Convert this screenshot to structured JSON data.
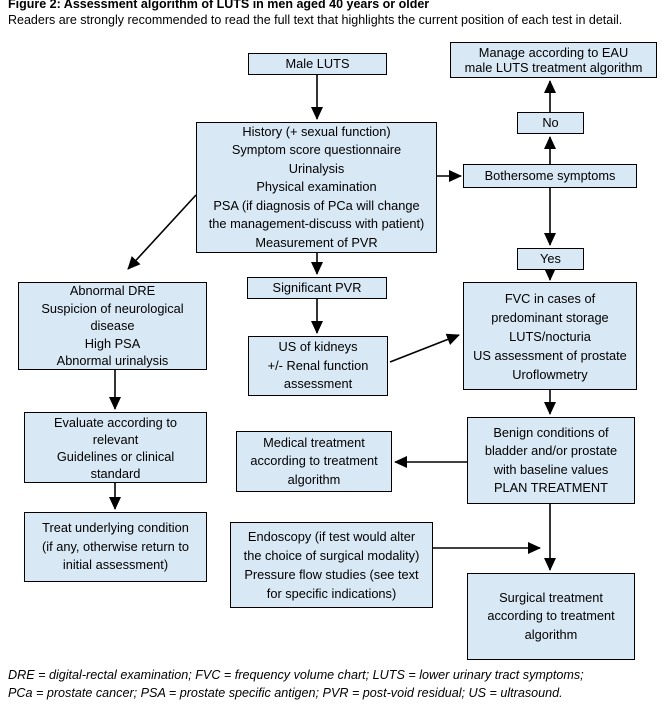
{
  "figure": {
    "title": "Figure 2: Assessment algorithm of LUTS in men aged 40 years or older",
    "subtitle": "Readers are strongly recommended to read the full text that highlights the current position of each test in detail."
  },
  "colors": {
    "node_fill": "#d9e8f5",
    "node_border": "#000000",
    "arrow": "#000000",
    "background": "#ffffff"
  },
  "nodes": {
    "male_luts": {
      "label": "Male LUTS"
    },
    "manage_eau": {
      "label": "Manage according to EAU\nmale LUTS treatment algorithm"
    },
    "no": {
      "label": "No"
    },
    "history": {
      "label": "History (+ sexual function)\nSymptom score questionnaire\nUrinalysis\nPhysical examination\nPSA (if diagnosis of PCa will change\nthe management-discuss with patient)\nMeasurement of PVR"
    },
    "bothersome": {
      "label": "Bothersome symptoms"
    },
    "yes": {
      "label": "Yes"
    },
    "abnormal_dre": {
      "label": "Abnormal DRE\nSuspicion of neurological\ndisease\nHigh PSA\nAbnormal urinalysis"
    },
    "significant_pvr": {
      "label": "Significant PVR"
    },
    "us_kidneys": {
      "label": "US of kidneys\n+/- Renal function\nassessment"
    },
    "fvc": {
      "label": "FVC in cases of\npredominant storage\nLUTS/nocturia\nUS assessment of prostate\nUroflowmetry"
    },
    "evaluate": {
      "label": "Evaluate according to\nrelevant\nGuidelines or clinical\nstandard"
    },
    "treat_underlying": {
      "label": "Treat underlying condition\n(if any, otherwise return to\ninitial assessment)"
    },
    "medical_treatment": {
      "label": "Medical treatment\naccording to treatment\nalgorithm"
    },
    "benign_conditions": {
      "label": "Benign conditions of\nbladder and/or prostate\nwith baseline values\nPLAN TREATMENT"
    },
    "endoscopy": {
      "label": "Endoscopy (if test would alter\nthe choice of surgical modality)\nPressure flow studies (see text\nfor specific indications)"
    },
    "surgical_treatment": {
      "label": "Surgical treatment\naccording to treatment\nalgorithm"
    }
  },
  "footnote": {
    "line1": "DRE = digital-rectal examination; FVC = frequency volume chart; LUTS = lower urinary tract symptoms;",
    "line2": "PCa = prostate cancer; PSA = prostate specific antigen; PVR = post-void residual; US = ultrasound."
  }
}
